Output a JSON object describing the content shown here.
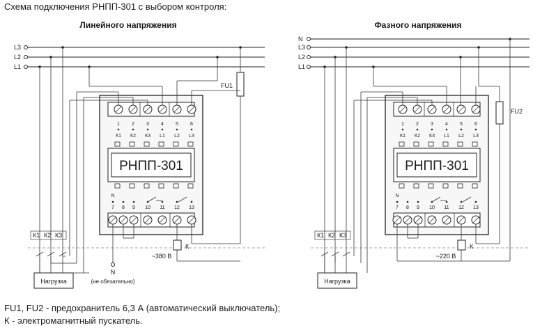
{
  "header": {
    "title": "Схема подключения РНПП-301 с выбором контроля:",
    "left_subtitle": "Линейного напряжения",
    "right_subtitle": "Фазного напряжения"
  },
  "left": {
    "lines": [
      "L3",
      "L2",
      "L1"
    ],
    "fuse": "FU1",
    "device": "РНПП-301",
    "top_nums": [
      "1",
      "2",
      "3",
      "4",
      "5",
      "6"
    ],
    "top_labels": [
      "К1",
      "К2",
      "К3",
      "L1",
      "L2",
      "L3"
    ],
    "bottom_nums": [
      "7",
      "8",
      "9",
      "10",
      "11",
      "12",
      "13"
    ],
    "n_label": "N",
    "k_labels": [
      "К1",
      "К2",
      "К3"
    ],
    "voltage": "~380 В",
    "contactor": "К",
    "load": "Нагрузка",
    "neutral": "N",
    "neutral_note": "(не обязательно)"
  },
  "right": {
    "lines": [
      "N",
      "L3",
      "L2",
      "L1"
    ],
    "fuse": "FU2",
    "device": "РНПП-301",
    "top_nums": [
      "1",
      "2",
      "3",
      "4",
      "5",
      "6"
    ],
    "top_labels": [
      "К1",
      "К2",
      "К3",
      "L1",
      "L2",
      "L3"
    ],
    "bottom_nums": [
      "7",
      "8",
      "9",
      "10",
      "11",
      "12",
      "13"
    ],
    "n_label": "N",
    "k_labels": [
      "К1",
      "К2",
      "К3"
    ],
    "voltage": "~220 В",
    "contactor": "К",
    "load": "Нагрузка"
  },
  "footer": {
    "line1": "FU1, FU2 - предохранитель 6,3 А (автоматический выключатель);",
    "line2": "К - электромагнитный пускатель."
  }
}
